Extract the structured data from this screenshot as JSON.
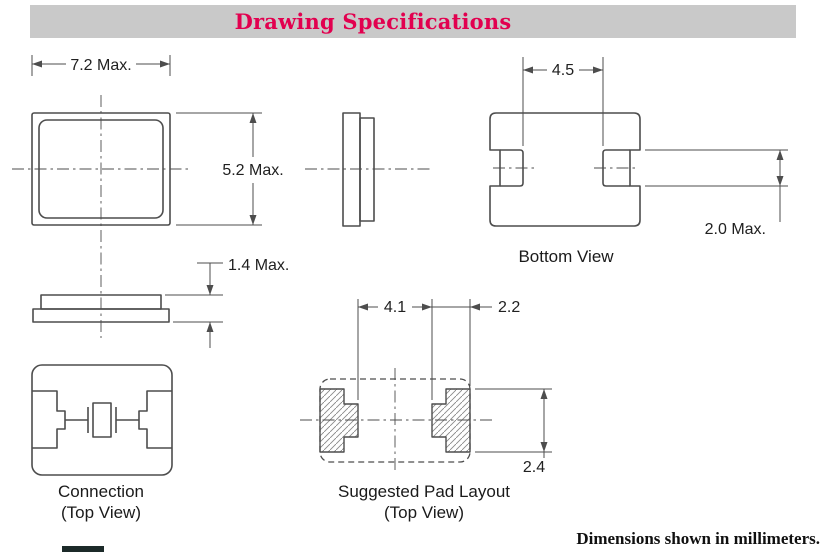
{
  "header": {
    "title": "Drawing Specifications",
    "bar_color": "#c9c9c9",
    "title_color": "#e2004f"
  },
  "footer": {
    "note": "Dimensions shown in millimeters."
  },
  "views": {
    "top_view": {
      "width_dim": "7.2 Max.",
      "height_dim": "5.2 Max."
    },
    "profile_view": {
      "height_dim": "1.4 Max."
    },
    "bottom_view": {
      "label": "Bottom View",
      "terminal_span_dim": "4.5",
      "terminal_height_dim": "2.0 Max."
    },
    "connection_view": {
      "label": "Connection",
      "sublabel": "(Top View)"
    },
    "pad_layout": {
      "label": "Suggested Pad Layout",
      "sublabel": "(Top View)",
      "pad_gap_dim": "4.1",
      "pad_width_dim": "2.2",
      "pad_height_dim": "2.4"
    }
  }
}
